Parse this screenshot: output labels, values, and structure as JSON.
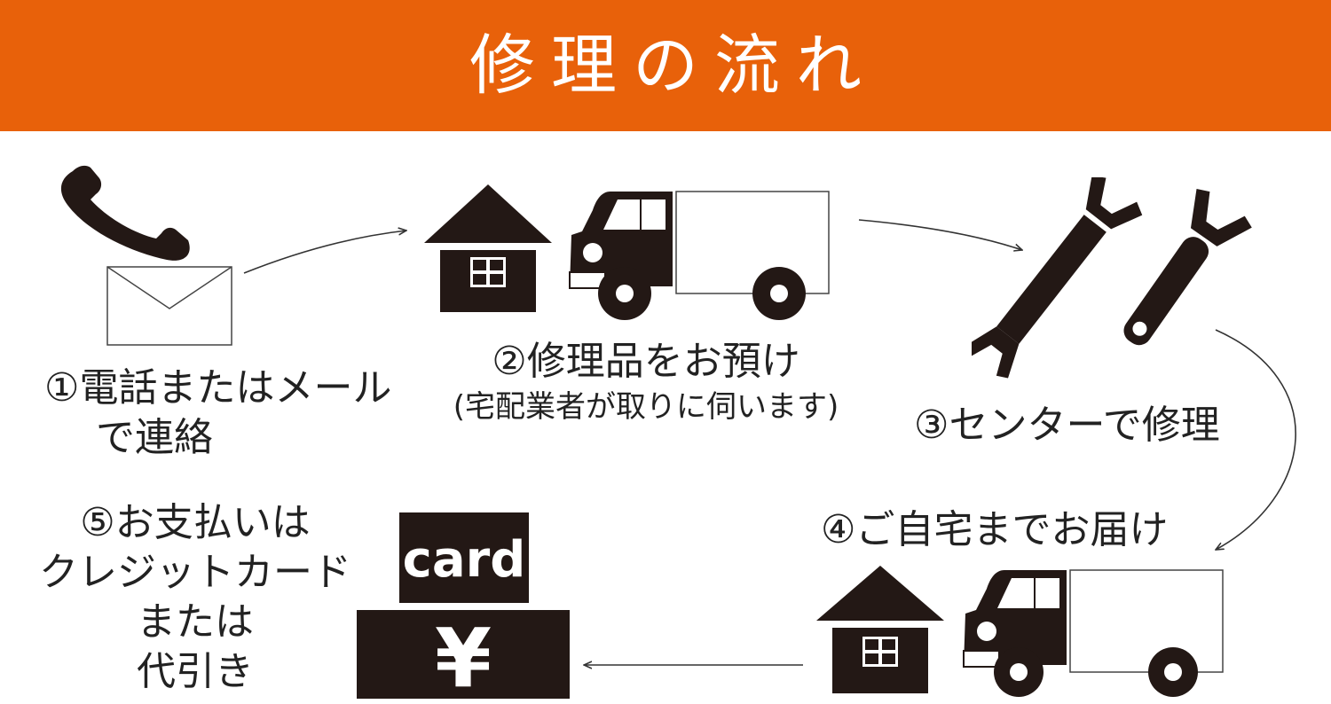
{
  "header": {
    "title": "修理の流れ"
  },
  "steps": {
    "step1": {
      "line1": "①電話またはメール",
      "line2": "で連絡"
    },
    "step2": {
      "line1": "②修理品をお預け",
      "sub": "(宅配業者が取りに伺います)"
    },
    "step3": {
      "line1": "③センターで修理"
    },
    "step4": {
      "line1": "④ご自宅までお届け"
    },
    "step5": {
      "line1": "⑤お支払いは",
      "line2": "クレジットカード",
      "line3": "または",
      "line4": "代引き"
    }
  },
  "payment": {
    "card_text": "card",
    "yen_text": "¥"
  },
  "icons": {
    "phone": "phone-icon",
    "mail": "mail-icon",
    "house": "house-icon",
    "truck": "truck-icon",
    "wrench": "wrench-icon",
    "card": "card-icon",
    "yen": "yen-icon"
  },
  "colors": {
    "header": "#e8610a",
    "icon": "#231815",
    "text": "#222222"
  }
}
